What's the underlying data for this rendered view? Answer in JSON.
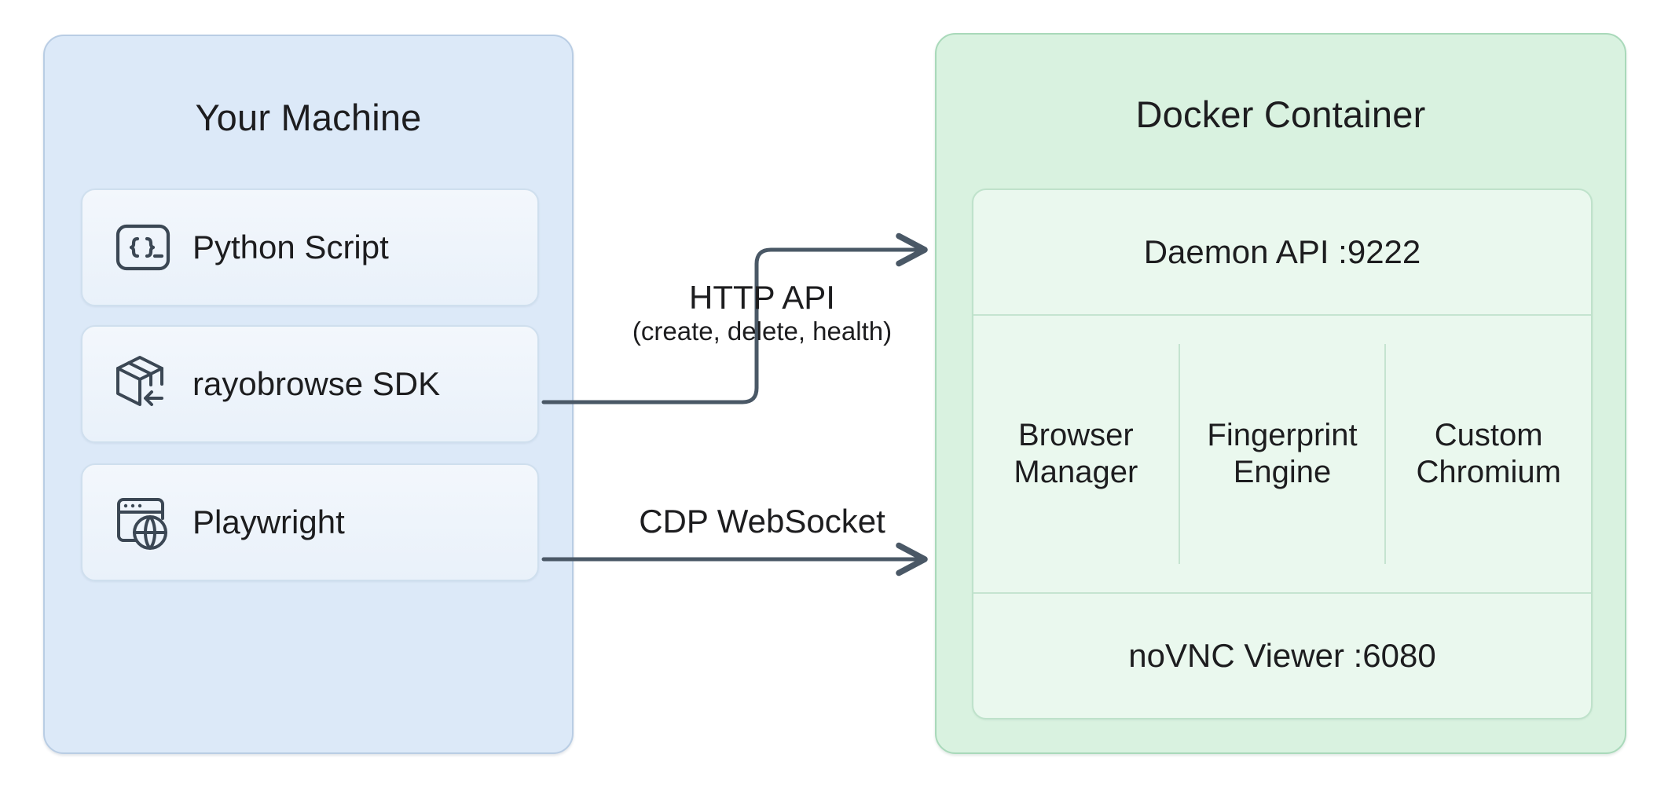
{
  "diagram": {
    "title": "rayobrowse architecture",
    "background": "#ffffff"
  },
  "left_panel": {
    "title": "Your Machine",
    "fill": "#dce9f8",
    "border": "#b9cde4",
    "cards": [
      {
        "label": "Python Script",
        "icon": "code-braces-terminal-icon"
      },
      {
        "label": "rayobrowse SDK",
        "icon": "package-box-arrow-icon"
      },
      {
        "label": "Playwright",
        "icon": "browser-window-globe-icon"
      }
    ]
  },
  "right_panel": {
    "title": "Docker Container",
    "fill": "#d9f2e0",
    "border": "#a9d9ba",
    "stack": {
      "top_row": "Daemon API :9222",
      "columns": [
        {
          "line1": "Browser",
          "line2": "Manager"
        },
        {
          "line1": "Fingerprint",
          "line2": "Engine"
        },
        {
          "line1": "Custom",
          "line2": "Chromium"
        }
      ],
      "bottom_row": "noVNC Viewer :6080"
    }
  },
  "connectors": [
    {
      "name": "http-api",
      "from": "rayobrowse SDK",
      "to": "Daemon API :9222",
      "label_line1": "HTTP API",
      "label_line2": "(create, delete, health)",
      "stroke": "#4a5866"
    },
    {
      "name": "cdp-websocket",
      "from": "Playwright",
      "to": "Docker Container",
      "label_line1": "CDP WebSocket",
      "label_line2": "",
      "stroke": "#4a5866"
    }
  ]
}
